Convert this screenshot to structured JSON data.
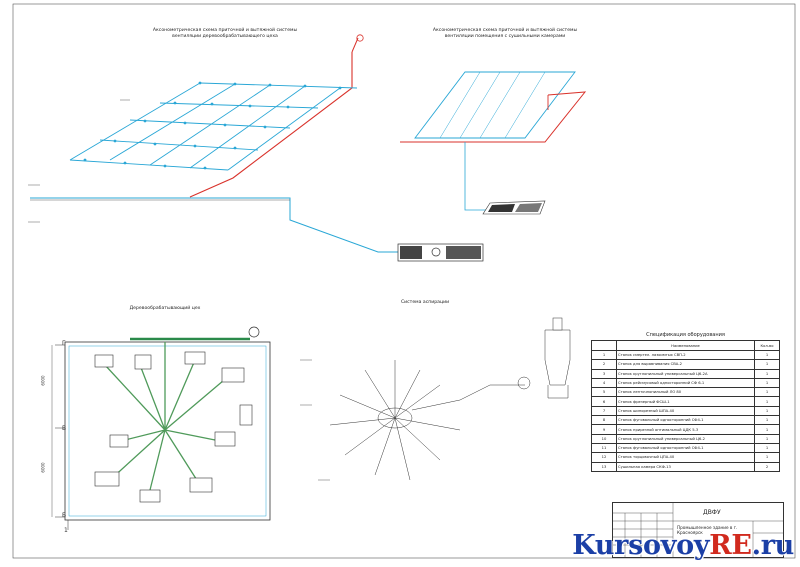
{
  "schemes": {
    "woodshop_axonometric": {
      "title": "Аксонометрическая схема приточной и вытяжной системы вентиляции деревообрабатывающего цеха"
    },
    "drying_axonometric": {
      "title": "Аксонометрическая схема приточной и вытяжной системы вентиляции помещения с сушильными камерами"
    },
    "woodshop_plan": {
      "title": "Деревообрабатывающий цех",
      "dims": [
        "6000",
        "6000"
      ],
      "axes": [
        "Г",
        "В",
        "Б",
        "1"
      ]
    },
    "aspiration": {
      "title": "Система аспирации"
    }
  },
  "specification": {
    "title": "Спецификация оборудования",
    "headers": [
      "",
      "Наименование",
      "Кол-во"
    ],
    "rows": [
      {
        "no": "1",
        "name": "Станок смертел. лазоимтых  СВП-2",
        "qty": "1"
      },
      {
        "no": "2",
        "name": "Станок для выравнивания СВА-2",
        "qty": "1"
      },
      {
        "no": "3",
        "name": "Станок круглопильный универсальный Ц6-2А",
        "qty": "1"
      },
      {
        "no": "4",
        "name": "Станок рейсмусовый односторонний СФ 6-1",
        "qty": "1"
      },
      {
        "no": "5",
        "name": "Станок ленточнопильный ЛО 80",
        "qty": "1"
      },
      {
        "no": "6",
        "name": "Станок фрезерный ФСШ-1",
        "qty": "1"
      },
      {
        "no": "7",
        "name": "Станок шипорезный ШПА-40",
        "qty": "1"
      },
      {
        "no": "8",
        "name": "Станок фуговальный односторонний СФ4-1",
        "qty": "1"
      },
      {
        "no": "9",
        "name": "Станок прирезной оптимальный ЦДК 5-3",
        "qty": "1"
      },
      {
        "no": "10",
        "name": "Станок круглопильный универсальный Ц6-2",
        "qty": "1"
      },
      {
        "no": "11",
        "name": "Станок фуговальный односторонний СФ4-1",
        "qty": "1"
      },
      {
        "no": "12",
        "name": "Станок торцовочный  ЦПА-40",
        "qty": "1"
      },
      {
        "no": "13",
        "name": "Сушильная камера СКФ-13",
        "qty": "2"
      }
    ]
  },
  "title_block": {
    "code": "ДВФУ",
    "place_line1": "Промышленное здание в г.",
    "place_line2": "Красноярск"
  },
  "watermark": {
    "part1": "Kursovoy",
    "part2": "RE",
    "part3": ".ru"
  },
  "colors": {
    "supply": "#2aa7d6",
    "exhaust": "#d9322b",
    "line": "#333333"
  }
}
